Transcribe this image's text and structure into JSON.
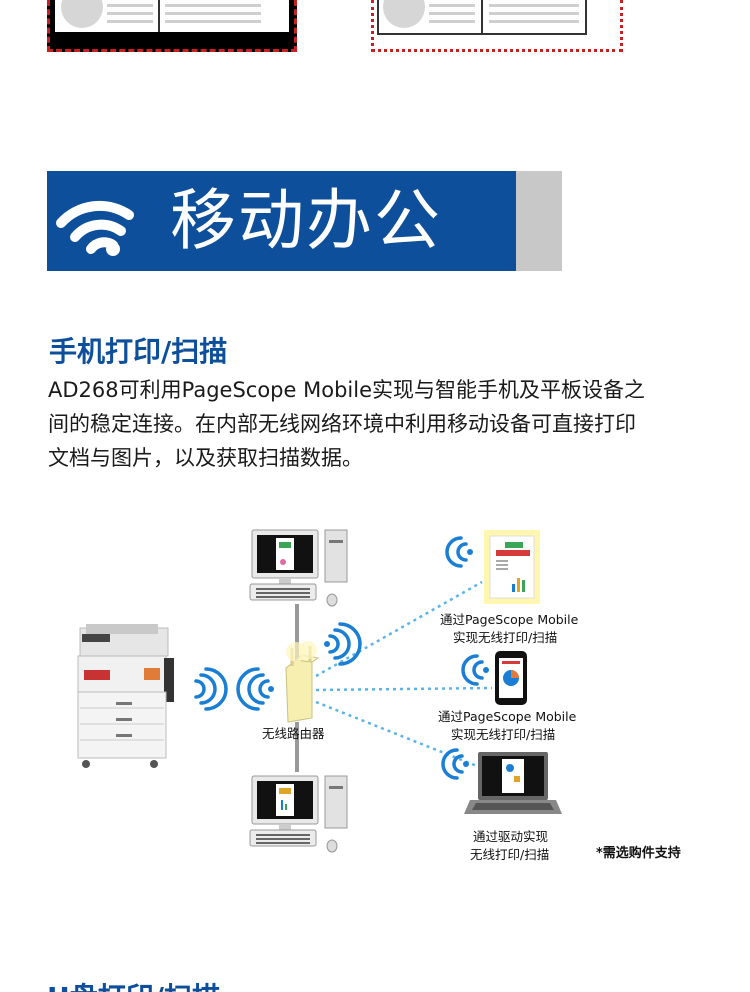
{
  "banner": {
    "title": "移动办公"
  },
  "section": {
    "title": "手机打印/扫描",
    "para_line1": "AD268可利用PageScope Mobile实现与智能手机及平板设备之",
    "para_line2": "间的稳定连接。在内部无线网络环境中利用移动设备可直接打印",
    "para_line3": " 文档与图片，以及获取扫描数据。"
  },
  "diagram": {
    "router_label": "无线路由器",
    "tablet_label_line1": "通过PageScope Mobile",
    "tablet_label_line2": "实现无线打印/扫描",
    "phone_label_line1": "通过PageScope Mobile",
    "phone_label_line2": "实现无线打印/扫描",
    "laptop_label_line1": "通过驱动实现",
    "laptop_label_line2": "无线打印/扫描",
    "note": "*需选购件支持"
  },
  "next_section": {
    "title": "U盘打印/扫描"
  },
  "colors": {
    "brand_blue": "#0d4f9a",
    "wifi_blue": "#1a7fd4",
    "red_border": "#c82020"
  }
}
